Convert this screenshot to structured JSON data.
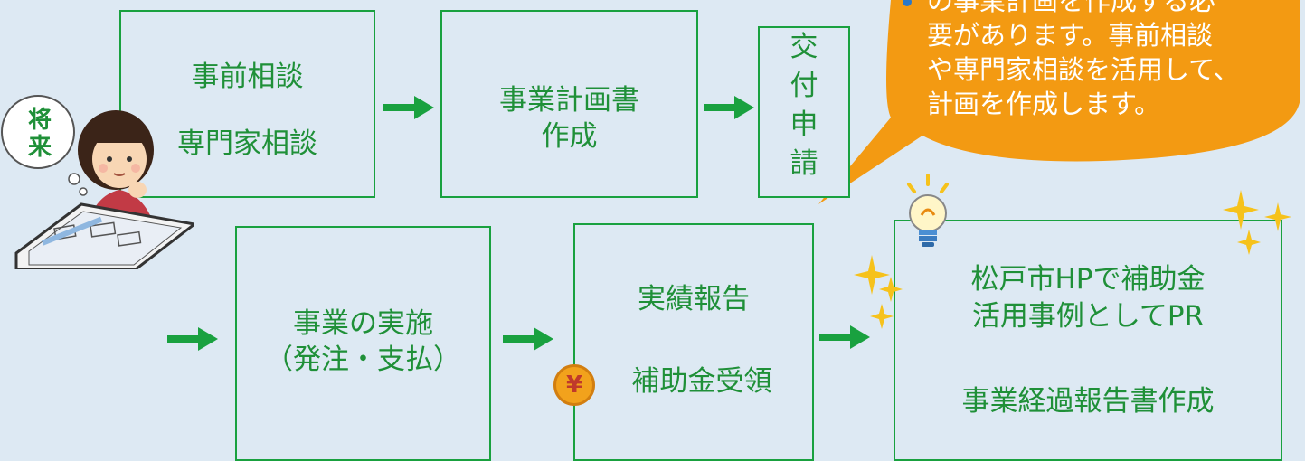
{
  "steps": {
    "consult": [
      "事前相談",
      "専門家相談"
    ],
    "plan": [
      "事業計画書",
      "作成"
    ],
    "apply": [
      "交",
      "付",
      "申",
      "請"
    ],
    "implement": [
      "事業の実施",
      "（発注・支払）"
    ],
    "report": [
      "実績報告",
      "補助金受領"
    ],
    "pr": [
      "松戸市HPで補助金",
      "活用事例としてPR",
      "事業経過報告書作成"
    ]
  },
  "bubble": {
    "lines": [
      "の事業計画を作成する必",
      "要があります。事前相談",
      "や専門家相談を活用して、",
      "計画を作成します。"
    ]
  },
  "icons": {
    "yen": "¥",
    "illustration_sign": [
      "将",
      "来"
    ]
  },
  "colors": {
    "background": "#dde9f3",
    "green": "#19a13f",
    "bubble": "#f39a12",
    "sparkle": "#f6c21b"
  }
}
